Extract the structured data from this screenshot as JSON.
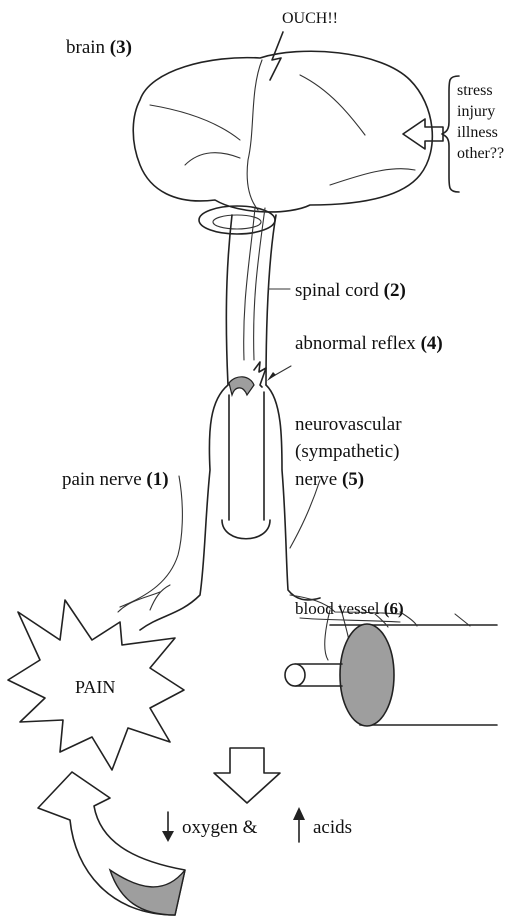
{
  "labels": {
    "ouch": "OUCH!!",
    "brain": "brain",
    "brain_num": "(3)",
    "spinal_cord": "spinal cord",
    "spinal_cord_num": "(2)",
    "abnormal_reflex": "abnormal reflex",
    "abnormal_reflex_num": "(4)",
    "neurovascular_1": "neurovascular",
    "neurovascular_2": "(sympathetic)",
    "nerve": "nerve",
    "nerve_num": "(5)",
    "pain_nerve": "pain nerve",
    "pain_nerve_num": "(1)",
    "blood_vessel": "blood vessel",
    "blood_vessel_num": "(6)",
    "pain": "PAIN",
    "oxygen": "oxygen &",
    "acids": "acids"
  },
  "factors": [
    "stress",
    "injury",
    "illness",
    "other??"
  ],
  "colors": {
    "shade": "#9e9e9e",
    "ink": "#222222"
  }
}
